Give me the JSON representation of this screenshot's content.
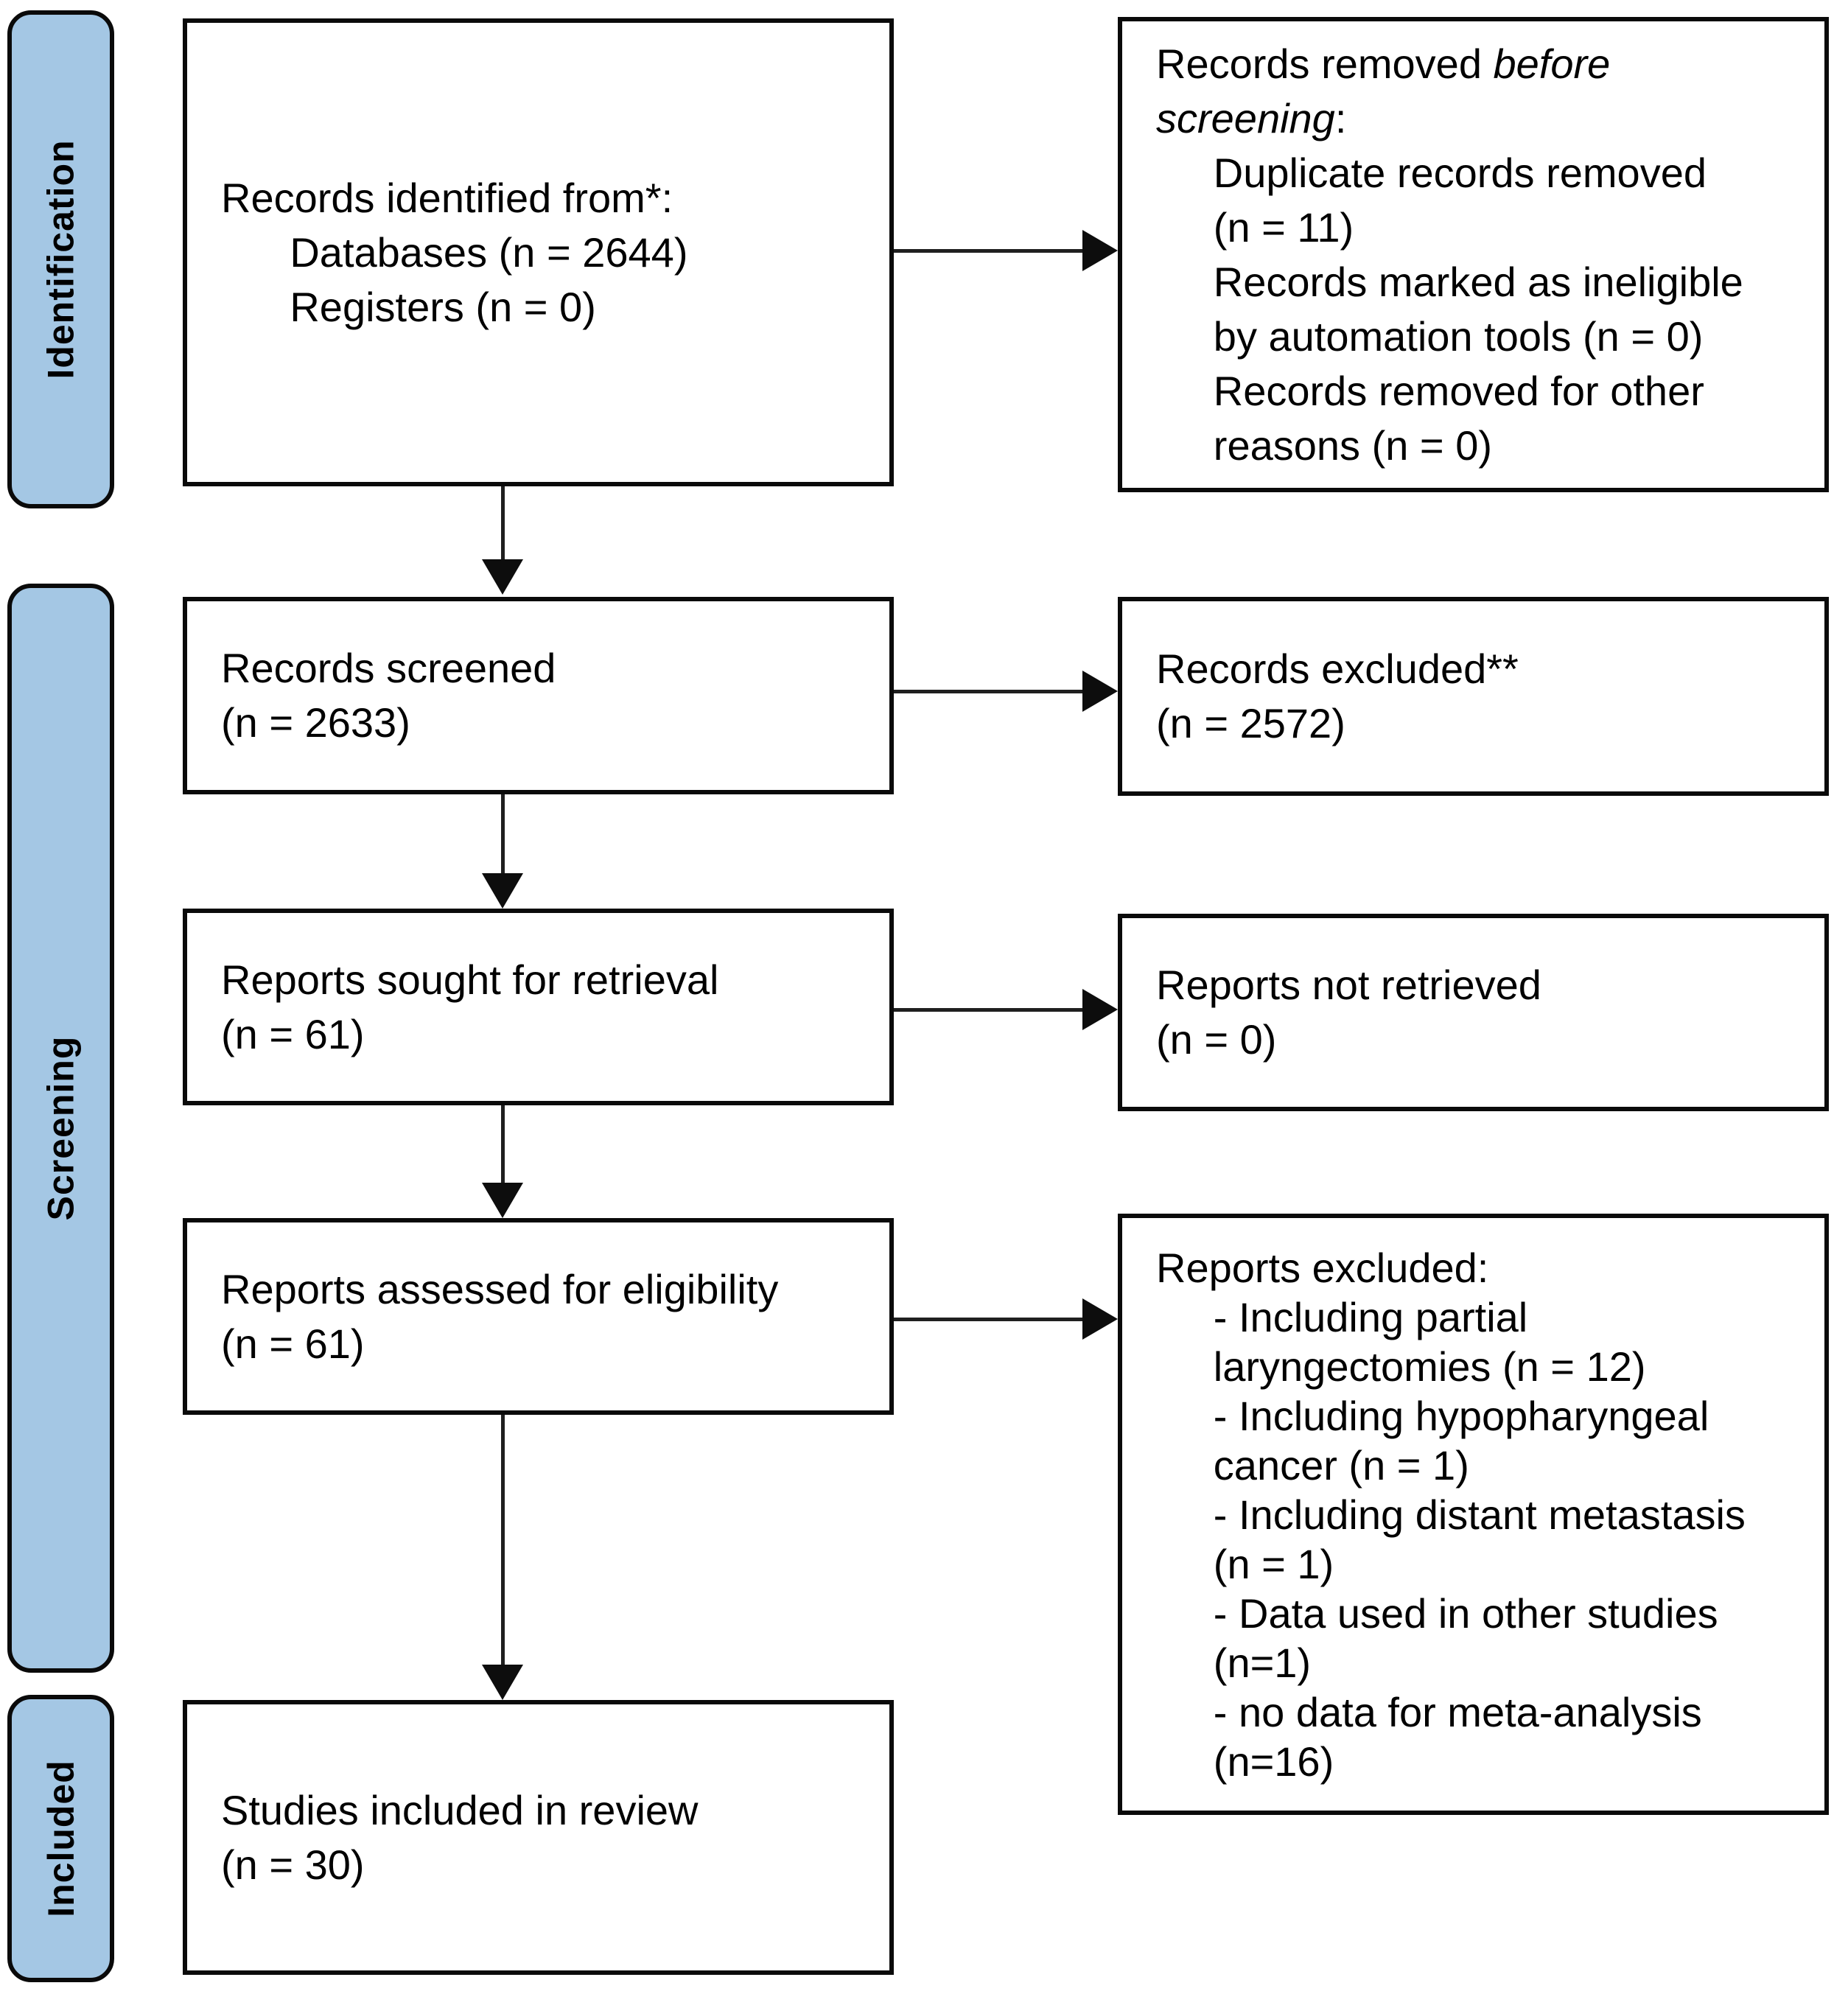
{
  "figure": {
    "type": "prisma-flow-diagram",
    "colors": {
      "stage_fill": "#a4c7e4",
      "box_border": "#0a0a0a",
      "arrow": "#1f1f1f"
    },
    "stage_labels": [
      "Identification",
      "Screening",
      "Included"
    ],
    "boxes": {
      "identified": {
        "text": "Records identified from*:\n      Databases (n = 2644)\n      Registers (n = 0)"
      },
      "removed_before_screening": {
        "prefix": "Records removed ",
        "italic": "before\nscreening",
        "rest": ":\n     Duplicate records removed\n     (n = 11)\n     Records marked as ineligible\n     by automation tools (n = 0)\n     Records removed for other\n     reasons (n = 0)"
      },
      "screened": {
        "text": "Records screened\n(n = 2633)"
      },
      "records_excluded": {
        "text": "Records excluded**\n(n = 2572)"
      },
      "sought": {
        "text": "Reports sought for retrieval\n(n = 61)"
      },
      "not_retrieved": {
        "text": "Reports not retrieved\n(n = 0)"
      },
      "assessed": {
        "text": "Reports assessed for eligibility\n(n = 61)"
      },
      "reports_excluded": {
        "text": "Reports excluded:\n     - Including partial\n     laryngectomies (n = 12)\n     - Including hypopharyngeal\n     cancer (n = 1)\n     - Including distant metastasis\n     (n = 1)\n     - Data used in other studies\n     (n=1)\n     - no data for meta-analysis\n     (n=16)"
      },
      "included": {
        "text": "Studies included in review\n(n = 30)"
      }
    }
  }
}
